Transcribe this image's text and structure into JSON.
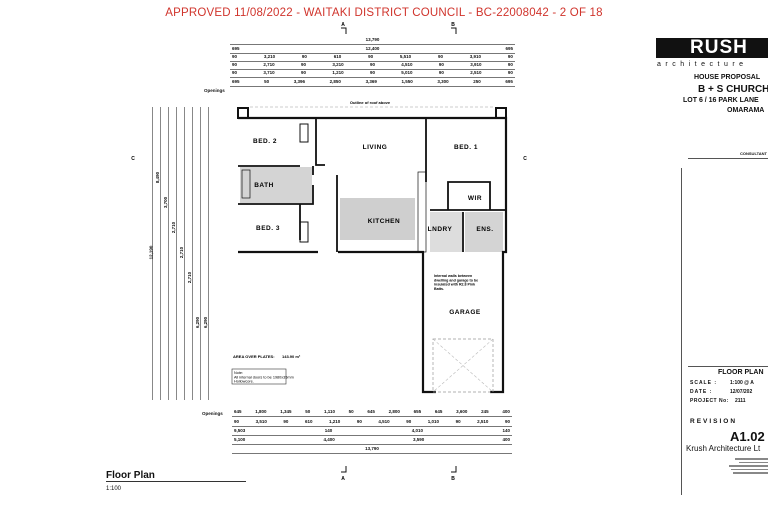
{
  "approval_stamp": "APPROVED 11/08/2022 - WAITAKI DISTRICT COUNCIL - BC-22008042 - 2 OF 18",
  "title_block": {
    "logo_text": "RUSH",
    "logo_sub": "architecture",
    "project_type": "HOUSE PROPOSAL",
    "client": "B + S CHURCH",
    "address": "LOT 6 / 16 PARK LANE",
    "town": "OMARAMA",
    "consultant_label": "CONSULTANT",
    "sheet_name": "FLOOR PLAN",
    "scale_label": "SCALE :",
    "scale_value": "1:100 @ A",
    "date_label": "DATE :",
    "date_value": "12/07/202",
    "project_no_label": "PROJECT No:",
    "project_no_value": "2111",
    "revision_label": "REVISION",
    "sheet_number": "A1.02",
    "company": "Krush Architecture Lt"
  },
  "drawing": {
    "title": "Floor Plan",
    "scale": "1:100",
    "roof_outline_note": "Outline of roof above",
    "rooms": {
      "bed2": "BED. 2",
      "living": "LIVING",
      "bed1": "BED. 1",
      "bath": "BATH",
      "wir": "WIR",
      "kitchen": "KITCHEN",
      "bed3": "BED. 3",
      "laundry": "LNDRY",
      "ensuite": "ENS.",
      "garage": "GARAGE"
    },
    "area_label": "AREA OVER PLATES:",
    "area_value": "143.90 m²",
    "note": "Note:\nAll internal doors to be 1980x35mm\nHollowcore.",
    "garage_note": "Internal walls between dwelling and garage to be insulated with R2.8 Pink Batts.",
    "section_markers": [
      "A",
      "B",
      "A",
      "B",
      "C"
    ],
    "openings_label": "Openings",
    "top_dims": [
      [
        "13,790"
      ],
      [
        "695",
        "12,400",
        "695"
      ],
      [
        "90",
        "3,210",
        "90",
        "610",
        "90",
        "5,510",
        "90",
        "3,910",
        "90"
      ],
      [
        "90",
        "2,710",
        "90",
        "3,210",
        "90",
        "4,510",
        "90",
        "3,910",
        "90"
      ],
      [
        "90",
        "3,710",
        "90",
        "1,210",
        "90",
        "5,010",
        "90",
        "2,510",
        "90"
      ],
      [
        "695",
        "50",
        "3,396",
        "2,850",
        "3,369",
        "1,550",
        "3,300",
        "250",
        "695"
      ]
    ],
    "bottom_dims": [
      [
        "645",
        "1,800",
        "1,345",
        "50",
        "1,110",
        "50",
        "645",
        "2,800",
        "655",
        "645",
        "3,600",
        "245",
        "400"
      ],
      [
        "90",
        "3,510",
        "90",
        "610",
        "1,210",
        "90",
        "4,510",
        "90",
        "1,010",
        "90",
        "2,510",
        "90"
      ],
      [
        "9,503",
        "140",
        "4,010",
        "140"
      ],
      [
        "5,100",
        "4,400",
        "3,590",
        "400"
      ],
      [
        "13,790"
      ]
    ],
    "left_dims": [
      "12,190",
      "8,490",
      "3,700",
      "2,710",
      "2,710",
      "2,710",
      "6,290",
      "6,290"
    ]
  }
}
